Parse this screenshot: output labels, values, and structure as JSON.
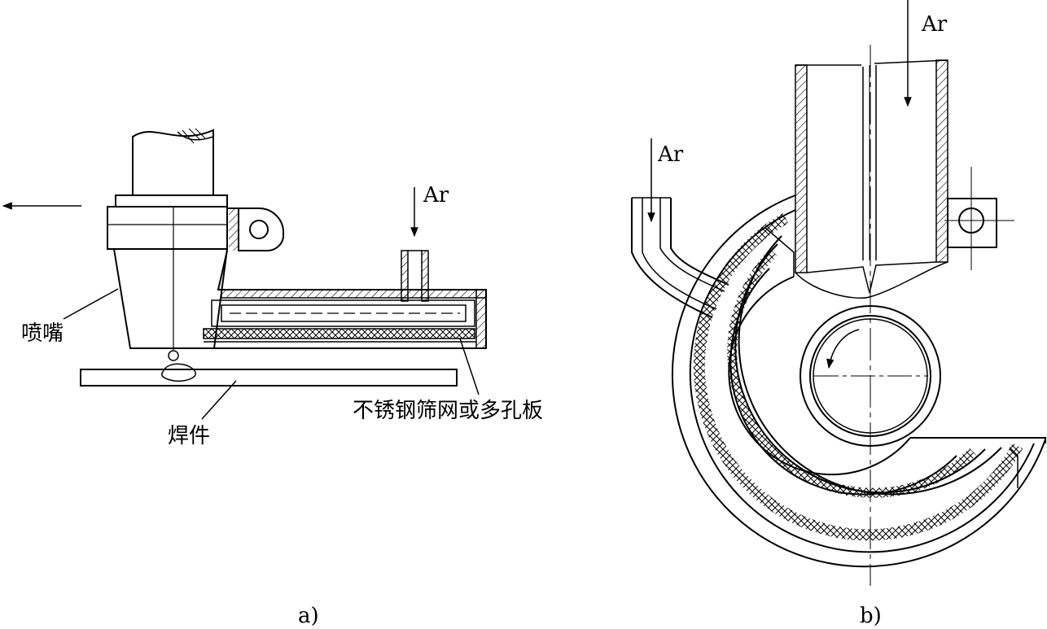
{
  "diagram_a": {
    "label_nozzle": "喷嘴",
    "label_workpiece": "焊件",
    "label_screen": "不锈钢筛网或多孔板",
    "label_gas": "Ar",
    "caption": "a)"
  },
  "diagram_b": {
    "label_gas_top": "Ar",
    "label_gas_left": "Ar",
    "caption": "b)"
  }
}
